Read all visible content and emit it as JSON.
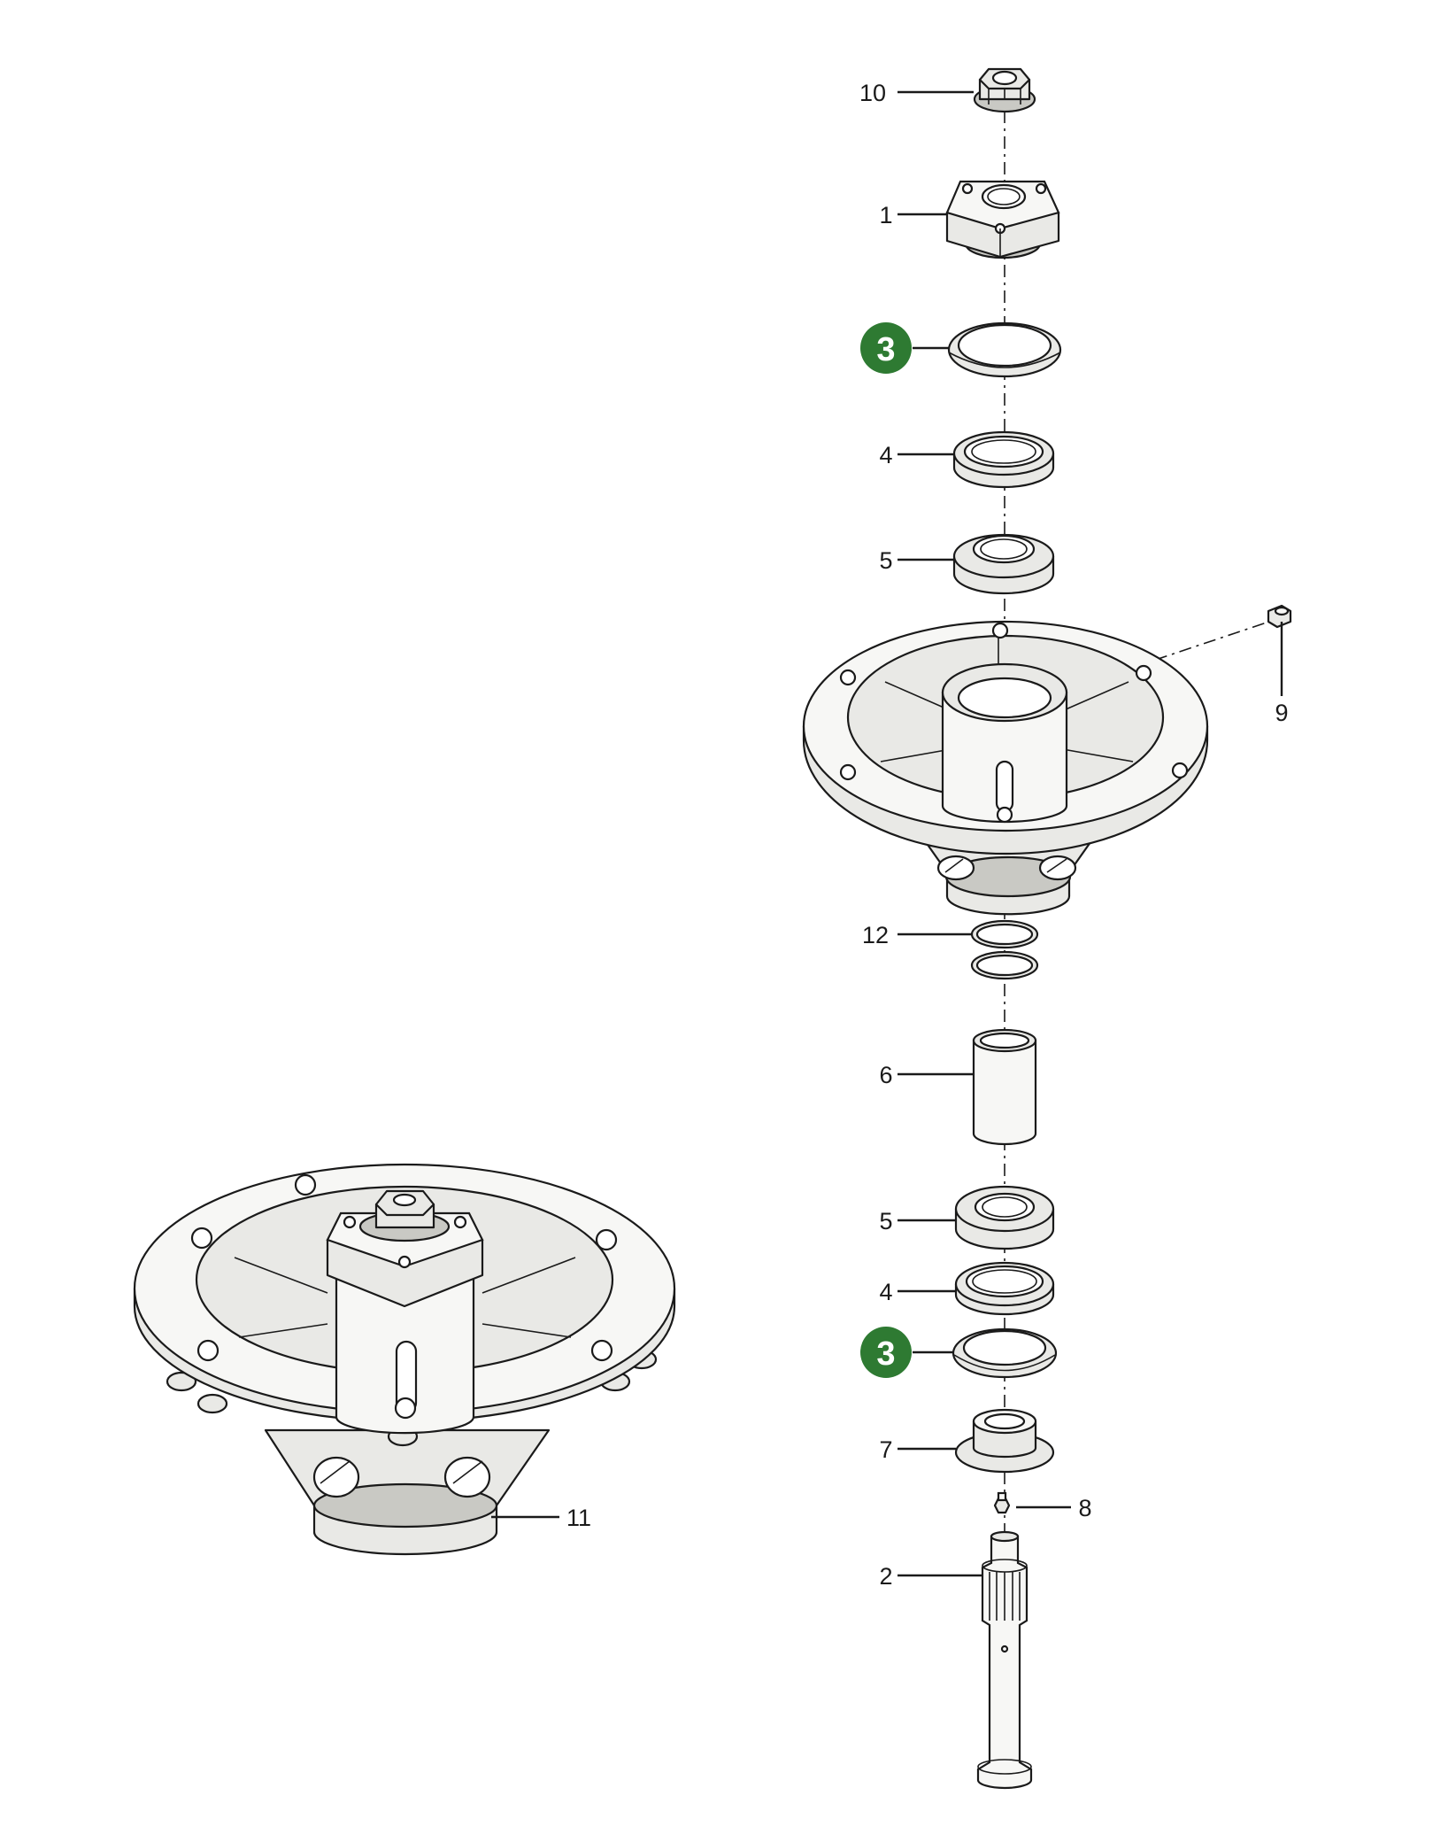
{
  "diagram": {
    "callouts": {
      "c10": "10",
      "c1": "1",
      "c3a": "3",
      "c4a": "4",
      "c5a": "5",
      "c9": "9",
      "c12": "12",
      "c6": "6",
      "c5b": "5",
      "c4b": "4",
      "c3b": "3",
      "c7": "7",
      "c8": "8",
      "c2": "2",
      "c11": "11"
    },
    "highlight_color": "#2e7a32"
  }
}
